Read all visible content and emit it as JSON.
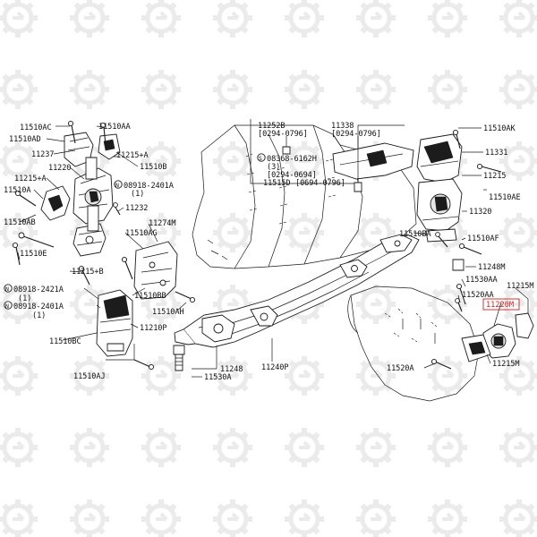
{
  "colors": {
    "highlight": "#d61e1e",
    "ink": "#1a1a1a",
    "watermark": "#ebebeb"
  },
  "watermark_icon": "gear-logo-icon",
  "labels": {
    "l11510ac": "11510AC",
    "l11510ad": "11510AD",
    "l11510aa": "11510AA",
    "l11237": "11237",
    "l11215a": "11215+A",
    "l11510b": "11510B",
    "l11220": "11220",
    "l11215a2": "11215+A",
    "l08918_2401a_top": "08918-2401A",
    "l1_top": "(1)",
    "l11510a": "11510A",
    "l11232": "11232",
    "l11510ab": "11510AB",
    "l11274m": "11274M",
    "l11510ag": "11510AG",
    "l11510e": "11510E",
    "l11215b": "11215+B",
    "l08918_2421a": "08918-2421A",
    "l1_mid": "(1)",
    "l11510bb": "11510BB",
    "l08918_2401a_bot": "08918-2401A",
    "l1_bot": "(1)",
    "l11510ah": "11510AH",
    "l11510bc": "11510BC",
    "l11210p": "11210P",
    "l11510aj": "11510AJ",
    "l11248_bot": "11248",
    "l11530a": "11530A",
    "l11240p": "11240P",
    "l11252b": "11252B",
    "l0294_0796_a": "[0294-0796]",
    "l08368_6162h": "08368-6162H",
    "l3": "(3)",
    "l0294_0694": "[0294-0694]",
    "l11515d": "11515D",
    "l0694_0796": "[0694-0796]",
    "l11338": "11338",
    "l0294_0796_b": "[0294-0796]",
    "l11510ak": "11510AK",
    "l11331": "11331",
    "l11215": "11215",
    "l11510ae": "11510AE",
    "l11320": "11320",
    "l11510ba": "11510BA",
    "l11510af": "11510AF",
    "l11248m": "11248M",
    "l11530aa": "11530AA",
    "l11520aa": "11520AA",
    "l11215m_top": "11215M",
    "l11220m": "11220M",
    "l11520a": "11520A",
    "l11215m_bot": "11215M",
    "n_sym": "N",
    "s_sym": "S"
  }
}
